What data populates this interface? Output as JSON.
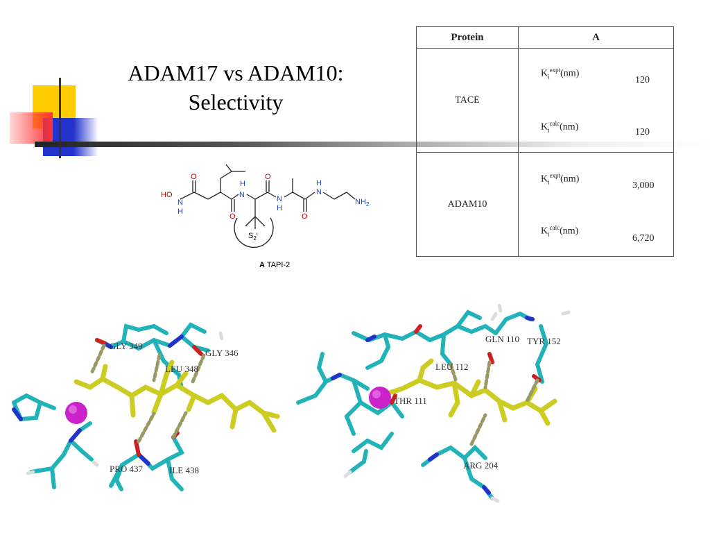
{
  "slide": {
    "title_line1": "ADAM17 vs ADAM10:",
    "title_line2": "Selectivity"
  },
  "molecule": {
    "atoms": {
      "hydroxyl": "HO",
      "n": "N",
      "h": "H",
      "o": "O",
      "nh2": "NH",
      "nh2_sub": "2"
    },
    "pocket_label": "S",
    "pocket_sub": "2",
    "pocket_prime": "'",
    "caption_letter": "A",
    "caption_name": "TAPI-2"
  },
  "table": {
    "headers": [
      "Protein",
      "A"
    ],
    "rows": [
      {
        "protein": "TACE",
        "expt_label": "K",
        "expt_sub": "i",
        "expt_sup": "expt",
        "unit": "(nm)",
        "expt_value": "120",
        "calc_label": "K",
        "calc_sub": "i",
        "calc_sup": "calc",
        "calc_value": "120"
      },
      {
        "protein": "ADAM10",
        "expt_label": "K",
        "expt_sub": "i",
        "expt_sup": "expt",
        "unit": "(nm)",
        "expt_value": "3,000",
        "calc_label": "K",
        "calc_sub": "i",
        "calc_sup": "calc",
        "calc_value": "6,720"
      }
    ]
  },
  "left_structure_labels": [
    "GLY 349",
    "GLY 346",
    "LEU 348",
    "PRO 437",
    "ILE 438"
  ],
  "right_structure_labels": [
    "GLN 110",
    "TYR 152",
    "LEU 112",
    "THR 111",
    "ARG 204"
  ],
  "colors": {
    "ligand": "#cccc22",
    "carbon": "#22b3b8",
    "nitrogen": "#2233cc",
    "oxygen": "#cc2222",
    "hydrogen": "#dddddd",
    "metal": "#cc22cc",
    "hbond": "#999966",
    "deco_yellow": "#ffcc00",
    "deco_red": "#ff2222",
    "deco_blue": "#2233cc"
  }
}
